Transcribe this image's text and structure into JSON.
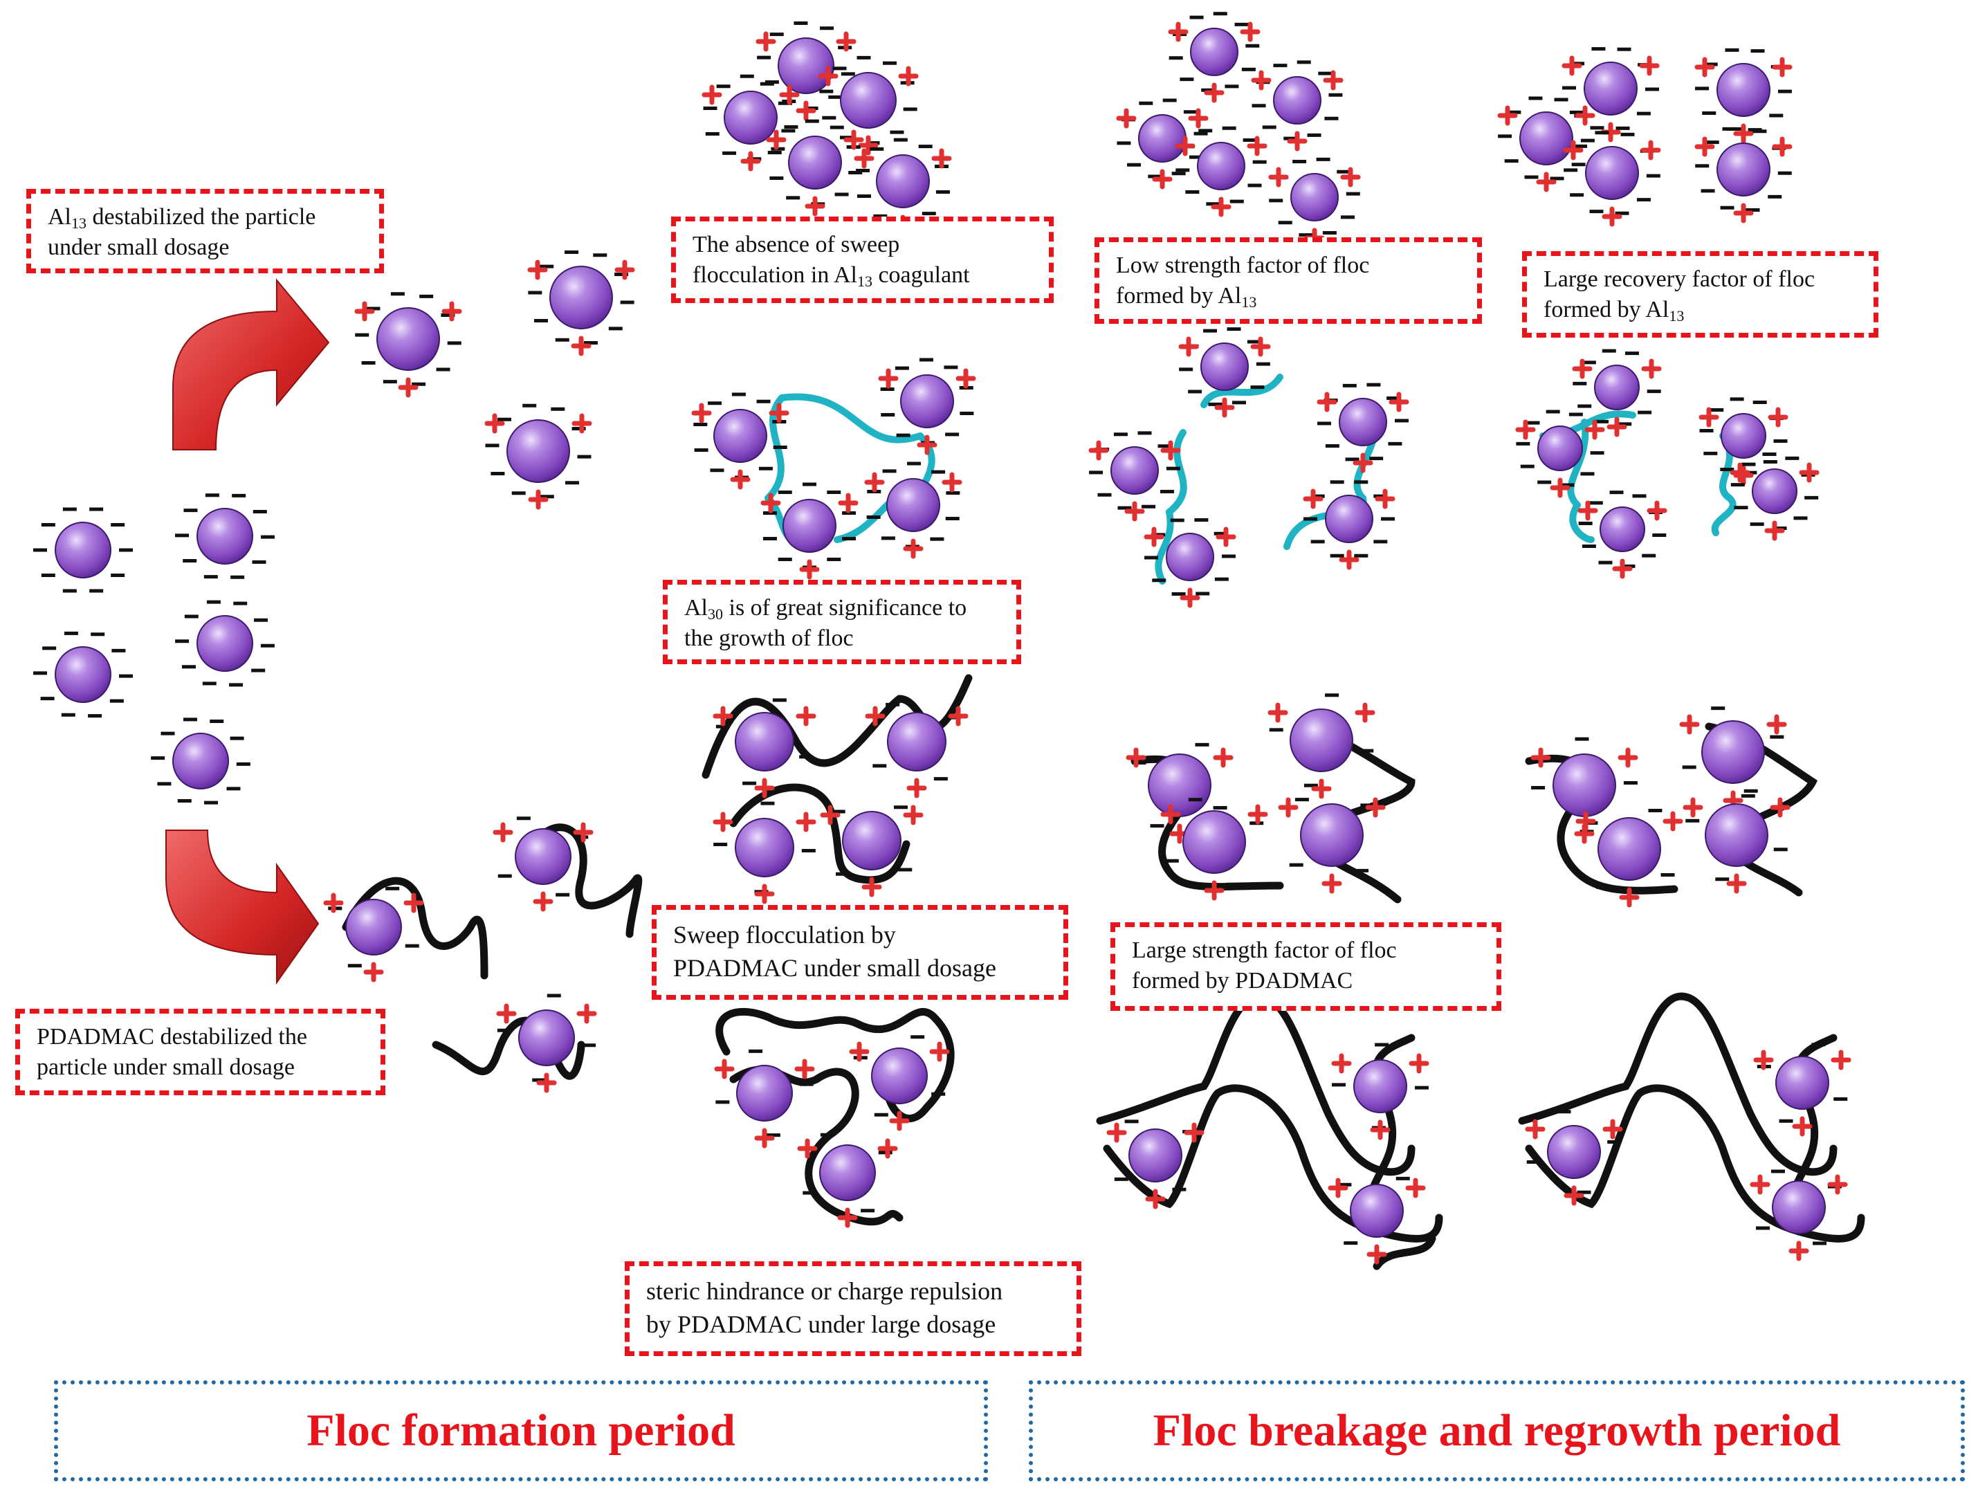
{
  "labels": {
    "al13_destab": {
      "l1a": "Al",
      "l1sub": "13",
      "l1b": " destabilized the particle",
      "l2": "under small dosage"
    },
    "pdadmac_destab": {
      "l1": "PDADMAC destabilized the",
      "l2": "particle under small dosage"
    },
    "absence_sweep": {
      "l1": "The absence of sweep",
      "l2a": "flocculation in Al",
      "l2sub": "13",
      "l2b": " coagulant"
    },
    "al30_growth": {
      "l1a": "Al",
      "l1sub": "30",
      "l1b": " is of great significance to",
      "l2": "the growth of floc"
    },
    "sweep_pdadmac": {
      "l1": "Sweep flocculation by",
      "l2": "PDADMAC under small dosage"
    },
    "steric": {
      "l1": "steric hindrance or charge repulsion",
      "l2": "by PDADMAC under large dosage"
    },
    "low_strength": {
      "l1": "Low strength factor of floc",
      "l2a": "formed by Al",
      "l2sub": "13"
    },
    "large_recovery": {
      "l1": "Large recovery factor of floc",
      "l2a": "formed by Al",
      "l2sub": "13"
    },
    "large_strength": {
      "l1": "Large strength factor of floc",
      "l2": "formed by PDADMAC"
    }
  },
  "periods": {
    "formation": "Floc formation period",
    "breakage": "Floc breakage and regrowth period"
  },
  "colors": {
    "particle": "#8a4fc4",
    "box_border": "#e8141b",
    "period_border": "#1f6aa5",
    "polymer_al30": "#1fb3c4",
    "polymer_pdadmac": "#111111",
    "arrow": "#d42525",
    "plus_sign": "#e03030"
  }
}
